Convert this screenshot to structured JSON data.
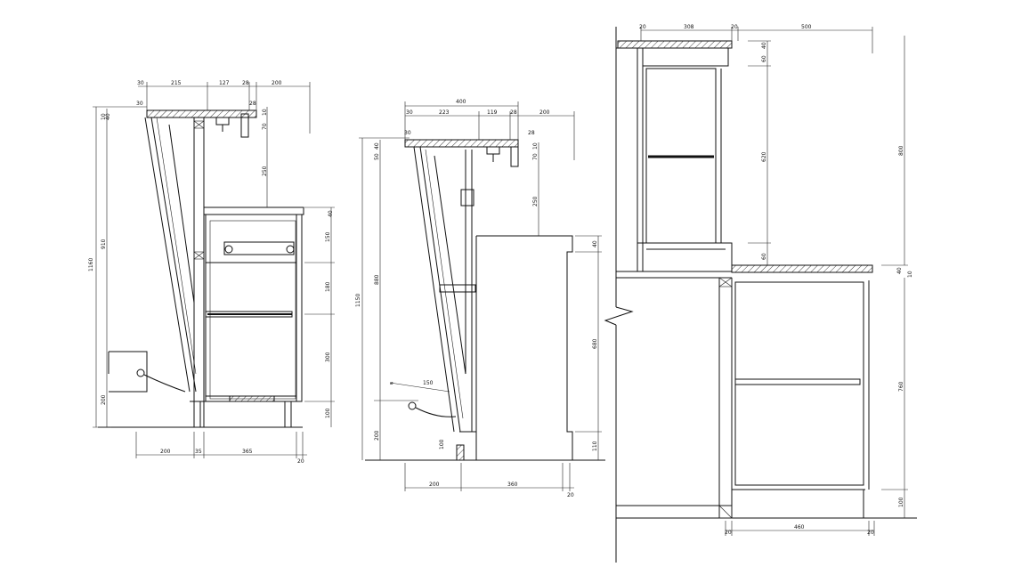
{
  "colors": {
    "line": "#111111",
    "background": "#ffffff"
  },
  "left": {
    "top_dims": [
      "30",
      "215",
      "127",
      "28",
      "200"
    ],
    "bottom_dims": [
      "200",
      "35",
      "365",
      "20"
    ],
    "left_dims": [
      "1160",
      "910",
      "200"
    ],
    "small_dims": [
      "10",
      "40",
      "70",
      "250",
      "40",
      "10"
    ],
    "right_dims": [
      "150",
      "180",
      "300",
      "100"
    ]
  },
  "middle": {
    "overall": "400",
    "top_dims": [
      "30",
      "223",
      "119",
      "28",
      "200"
    ],
    "bottom_dims": [
      "200",
      "360",
      "20"
    ],
    "left_dims": [
      "1150",
      "880",
      "200"
    ],
    "small_dims": [
      "40",
      "50",
      "70",
      "250",
      "10",
      "150"
    ],
    "right_dims": [
      "40",
      "680",
      "110"
    ]
  },
  "right": {
    "top_dims": [
      "20",
      "308",
      "20",
      "500"
    ],
    "upper_dims": [
      "60",
      "40",
      "620",
      "60",
      "800"
    ],
    "small_dims": [
      "40",
      "10"
    ],
    "lower_dims": [
      "760",
      "100"
    ],
    "bottom_dims": [
      "20",
      "460",
      "20"
    ]
  }
}
